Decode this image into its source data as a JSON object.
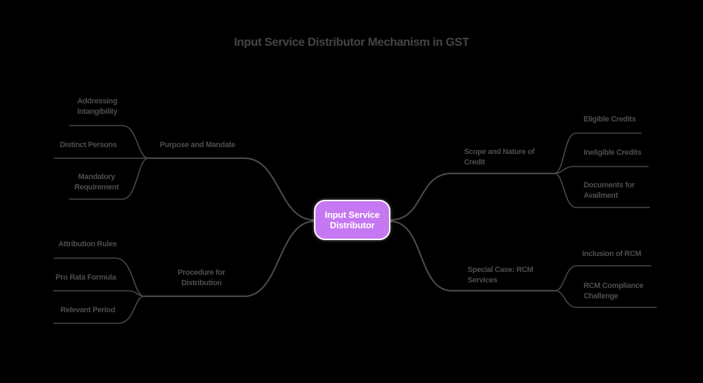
{
  "title": "Input Service Distributor Mechanism in GST",
  "root": {
    "label": "Input Service Distributor"
  },
  "branches": [
    {
      "label": "Purpose and Mandate",
      "children": [
        {
          "label": "Addressing Intangibility"
        },
        {
          "label": "Distinct Persons"
        },
        {
          "label": "Mandatory Requirement"
        }
      ]
    },
    {
      "label": "Procedure for Distribution",
      "children": [
        {
          "label": "Attribution Rules"
        },
        {
          "label": "Pro Rata Formula"
        },
        {
          "label": "Relevant Period"
        }
      ]
    },
    {
      "label": "Scope and Nature of Credit",
      "children": [
        {
          "label": "Eligible Credits"
        },
        {
          "label": "Ineligible Credits"
        },
        {
          "label": "Documents for Availment"
        }
      ]
    },
    {
      "label": "Special Case: RCM Services",
      "children": [
        {
          "label": "Inclusion of RCM"
        },
        {
          "label": "RCM Compliance Challenge"
        }
      ]
    }
  ],
  "colors": {
    "background": "#000000",
    "node_fill": "#c678f2",
    "node_border": "#ffffff",
    "node_text": "#ffffff",
    "link": "#4a4a4a",
    "label_text": "#4e4e4e",
    "title_text": "#454545"
  }
}
